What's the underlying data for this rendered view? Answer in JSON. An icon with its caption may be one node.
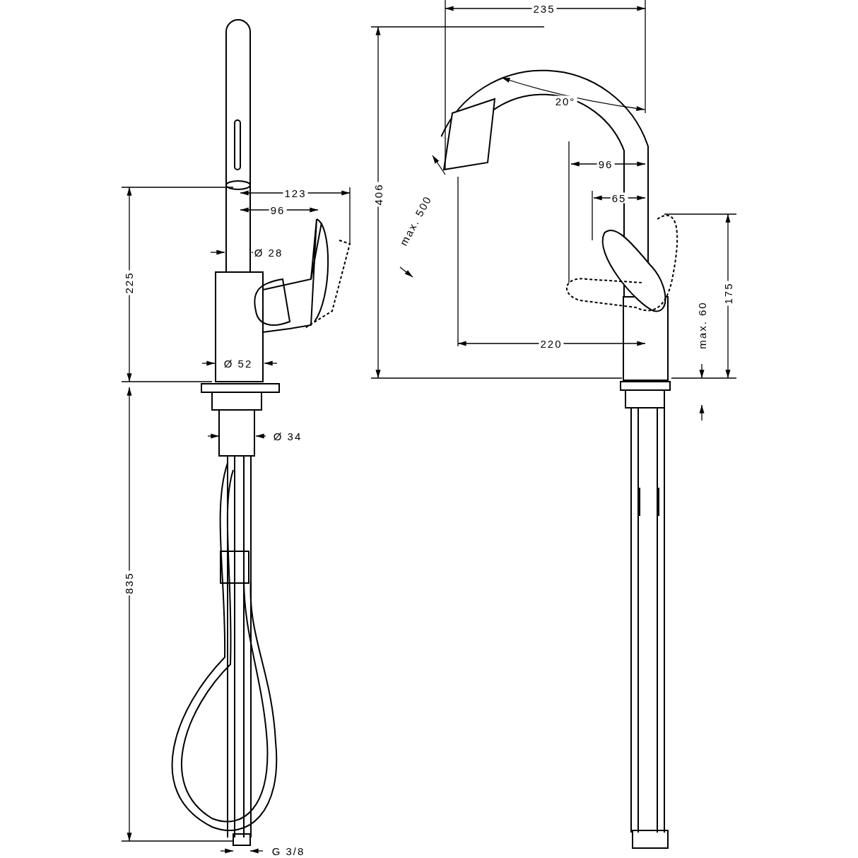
{
  "diagram": {
    "labels": [
      "235",
      "20°",
      "406",
      "96",
      "123",
      "96",
      "65",
      "225",
      "max. 500",
      "Ø 28",
      "175",
      "max. 60",
      "220",
      "Ø 52",
      "Ø 34",
      "835",
      "G 3/8"
    ]
  }
}
